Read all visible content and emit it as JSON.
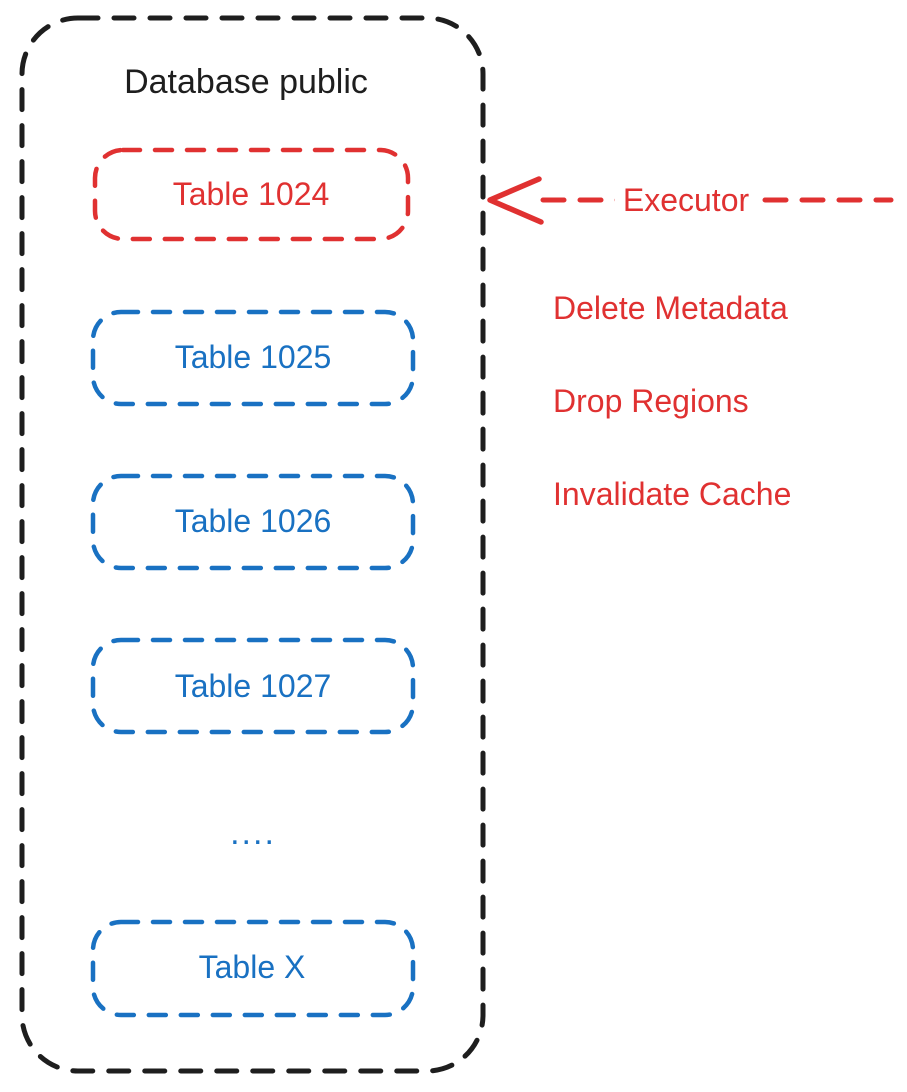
{
  "colors": {
    "outline_black": "#1e1e1e",
    "accent_red": "#e03131",
    "accent_blue": "#1971c2",
    "background": "#ffffff"
  },
  "database": {
    "title": "Database public",
    "tables": [
      {
        "label": "Table 1024",
        "highlight": "red"
      },
      {
        "label": "Table 1025",
        "highlight": "blue"
      },
      {
        "label": "Table 1026",
        "highlight": "blue"
      },
      {
        "label": "Table 1027",
        "highlight": "blue"
      },
      {
        "label": "Table X",
        "highlight": "blue"
      }
    ],
    "ellipsis": "...."
  },
  "executor": {
    "label": "Executor",
    "operations": [
      "Delete Metadata",
      "Drop Regions",
      "Invalidate Cache"
    ]
  }
}
